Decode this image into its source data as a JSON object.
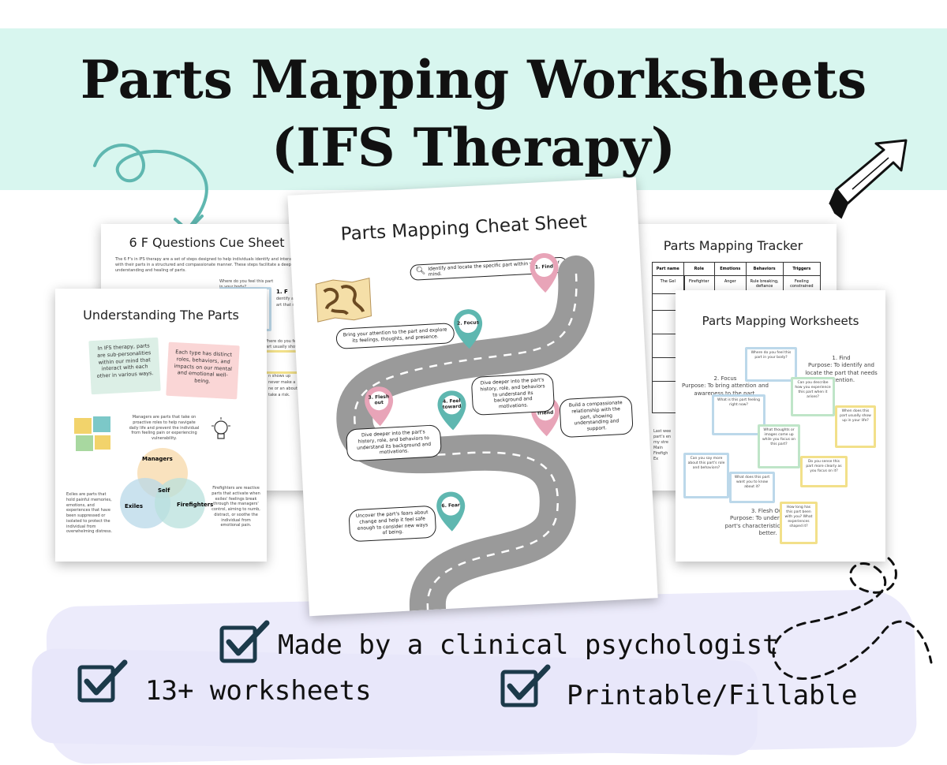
{
  "header": {
    "line1": "Parts Mapping Worksheets",
    "line2": "(IFS Therapy)"
  },
  "pages": {
    "cue": {
      "title": "6 F Questions Cue Sheet",
      "intro": "The 6 F's in IFS therapy are a set of steps designed to help individuals identify and interact with their parts in a structured and compassionate manner. These steps facilitate a deeper understanding and healing of parts.",
      "q1": "Where do you feel this part in your body?",
      "step": "1. F",
      "frag1": "dentify and",
      "frag2": "art that needs",
      "frag3": "Where do you feel this part usually show up in your life?",
      "frag4": "n shows up",
      "frag5": "never make a",
      "frag6": "ne or an about",
      "frag7": "take a risk."
    },
    "understanding": {
      "title": "Understanding The Parts",
      "note1": "In IFS therapy, parts are sub-personalities within our mind that interact with each other in various ways.",
      "note2": "Each type has distinct roles, behaviors, and impacts on our mental and emotional well-being.",
      "managers_desc": "Managers are parts that take on proactive roles to help navigate daily life and prevent the individual from feeling pain or experiencing vulnerability.",
      "exiles_desc": "Exiles are parts that hold painful memories, emotions, and experiences that have been suppressed or isolated to protect the individual from overwhelming distress.",
      "firefighters_desc": "Firefighters are reactive parts that activate when exiles' feelings break through the managers' control, aiming to numb, distract, or soothe the individual from emotional pain.",
      "venn": {
        "managers": "Managers",
        "exiles": "Exiles",
        "firefighters": "Firefighters",
        "self": "Self"
      }
    },
    "cheat": {
      "title": "Parts Mapping Cheat Sheet",
      "search": "Identify and locate the specific part within your body or mind.",
      "pins": [
        "1. Find",
        "2. Focus",
        "3. Flesh out",
        "4. Feel toward",
        "5. Be friend",
        "6. Fear"
      ],
      "b_focus": "Bring your attention to the part and explore its feelings, thoughts, and presence.",
      "b_feel": "Dive deeper into the part's history, role, and behaviors to understand its background and motivations.",
      "b_flesh": "Dive deeper into the part's history, role, and behaviors to understand its background and motivations.",
      "b_befriend": "Build a compassionate relationship with the part, showing understanding and support.",
      "b_fear": "Uncover the part's fears about change and help it feel safe enough to consider new ways of being."
    },
    "tracker": {
      "title": "Parts Mapping Tracker",
      "headers": [
        "Part name",
        "Role",
        "Emotions",
        "Behaviors",
        "Triggers"
      ],
      "row1": [
        "The Gel",
        "Firefighter",
        "Anger",
        "Rule breaking, defiance",
        "Feeling constrained"
      ],
      "side": [
        "Last wee",
        "part's en",
        "my stre",
        "Main",
        "Firefigh",
        "Ex"
      ]
    },
    "worksheets": {
      "title": "Parts Mapping Worksheets",
      "find": "1. Find\nPurpose: To identify and locate the part that needs attention.",
      "focus": "2. Focus\nPurpose: To bring attention and awareness to the part.",
      "flesh": "3. Flesh Out\nPurpose: To understand the part's characteristics and story better.",
      "q_where": "Where do you feel this part in your body?",
      "q_describe": "Can you describe how you experience this part when it arises?",
      "q_feeling": "What is this part feeling right now?",
      "q_when": "When does this part usually show up in your life?",
      "q_thoughts": "What thoughts or images come up while you focus on this part?",
      "q_notice": "Can you say more about this part's role and behaviors?",
      "q_sense": "Do you sense this part more clearly as you focus on it?",
      "q_what": "What does this part want you to know about it?",
      "q_how": "How long has this part been with you? What experiences shaped it?"
    }
  },
  "features": {
    "a": "Made by a clinical psychologist",
    "b": "13+ worksheets",
    "c": "Printable/Fillable"
  },
  "colors": {
    "mint": "#d8f6ef",
    "teal": "#5fb7b0",
    "pink": "#e8a4b8",
    "navy": "#1c3a4a",
    "lavender": "#ecebfb",
    "road": "#9a9a9a"
  }
}
